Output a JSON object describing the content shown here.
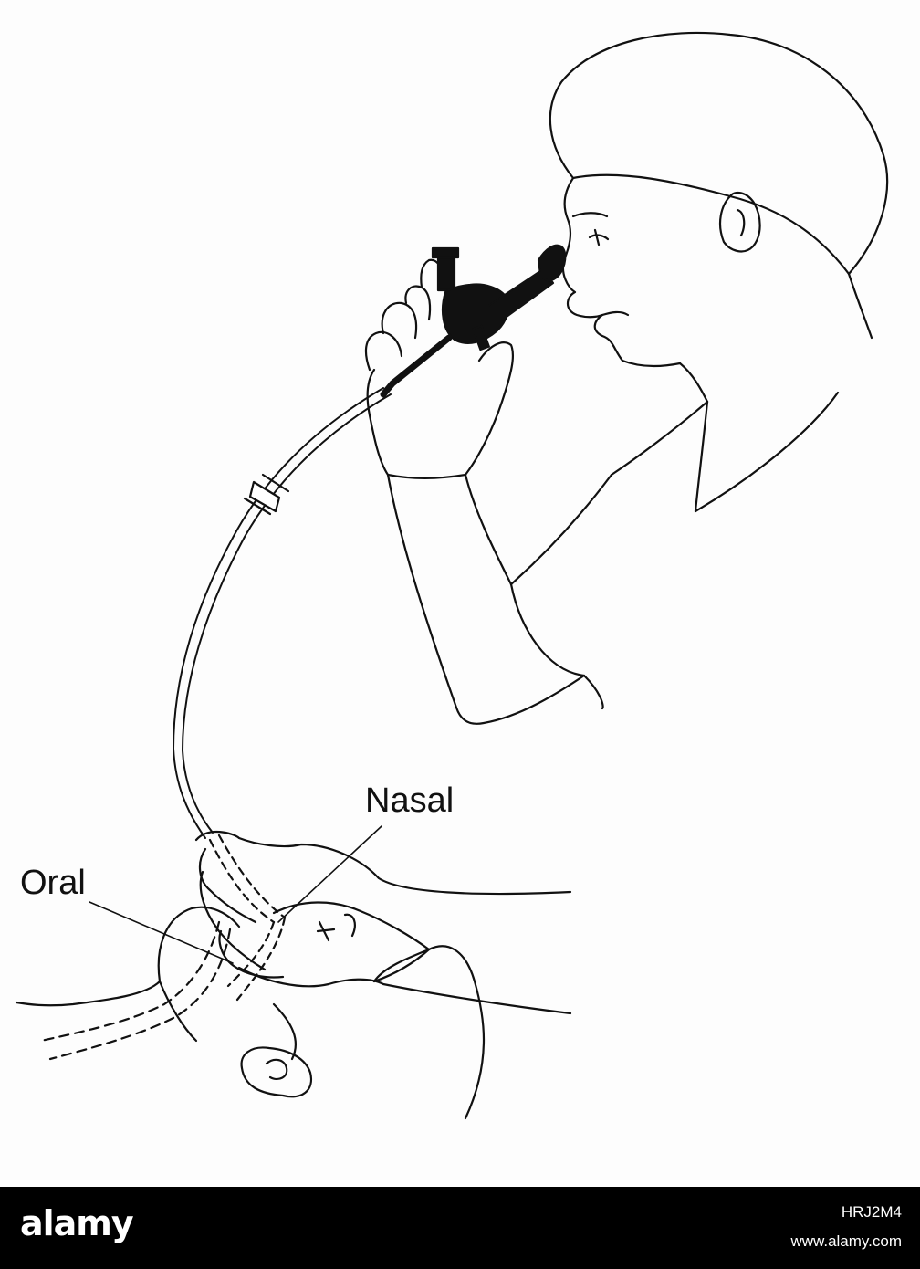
{
  "labels": {
    "nasal": "Nasal",
    "oral": "Oral"
  },
  "footer": {
    "brand": "alamy",
    "image_id": "HRJ2M4",
    "url": "www.alamy.com",
    "background_color": "#000000",
    "text_color": "#ffffff"
  },
  "illustration": {
    "line_color": "#111111",
    "icons": [
      "person-figure",
      "suction-device",
      "suction-catheter",
      "infant-figure",
      "caregiver-hand"
    ]
  }
}
